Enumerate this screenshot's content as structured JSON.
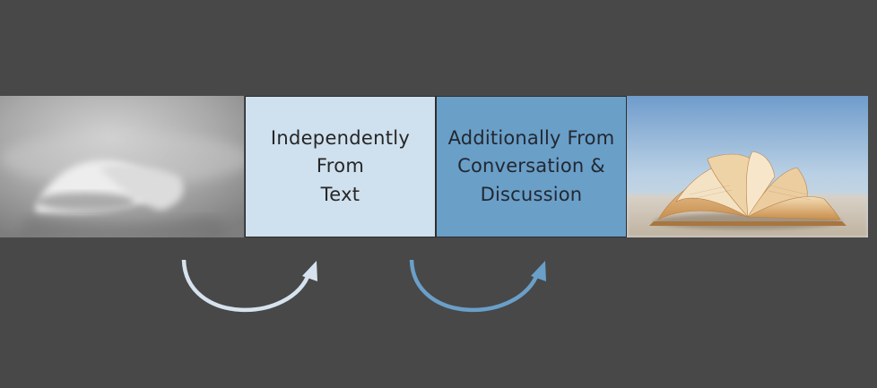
{
  "colors": {
    "background": "#484848",
    "left_box_fill": "#cfe0ee",
    "right_box_fill": "#6a9fc8",
    "arrow_light": "#d6e3ee",
    "arrow_blue": "#6a9fc8"
  },
  "left_box": {
    "text": "Independently\nFrom\nText"
  },
  "right_box": {
    "text": "Additionally From\nConversation &\nDiscussion"
  },
  "images": {
    "left": "blurred-book-photo",
    "right": "open-book-on-sand-photo"
  },
  "arrows": [
    "curved-arrow-icon",
    "curved-arrow-icon"
  ]
}
